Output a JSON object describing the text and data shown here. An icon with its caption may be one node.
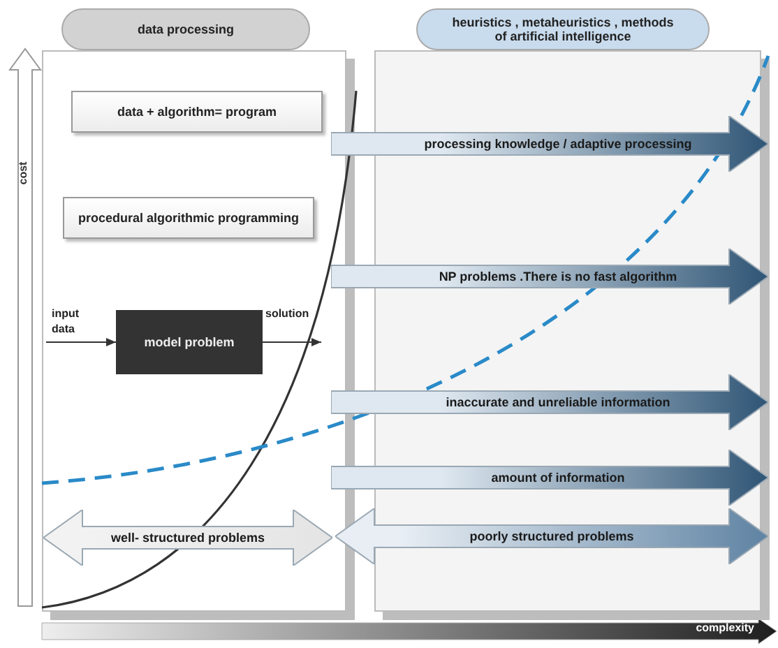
{
  "diagram": {
    "nodes": [
      {
        "text": [
          "data processing"
        ]
      },
      {
        "text": [
          "heuristics , metaheuristics , methods of artificial intelligence"
        ]
      },
      {
        "text": [
          "data + algorithm= program"
        ],
        "in": 0
      },
      {
        "text": [
          "procedural algorithmic programming"
        ],
        "in": 0
      },
      {
        "text": [
          "model problem"
        ],
        "in": 0
      },
      {
        "text": [
          "processing knowledge / adaptive processing"
        ]
      },
      {
        "text": [
          "NP problems .There is no fast algorithm"
        ]
      },
      {
        "text": [
          "inaccurate and unreliable information"
        ]
      },
      {
        "text": [
          "amount of information"
        ]
      },
      {
        "text": [
          "well- structured problems"
        ],
        "in": 0
      },
      {
        "text": [
          "poorly structured problems"
        ]
      }
    ],
    "edges": [
      {
        "from": null,
        "to": 4,
        "arrow": "to",
        "label": "input data"
      },
      {
        "from": 4,
        "to": null,
        "arrow": "to",
        "label": "solution"
      }
    ],
    "labels": [
      "cost",
      "complexity"
    ]
  }
}
